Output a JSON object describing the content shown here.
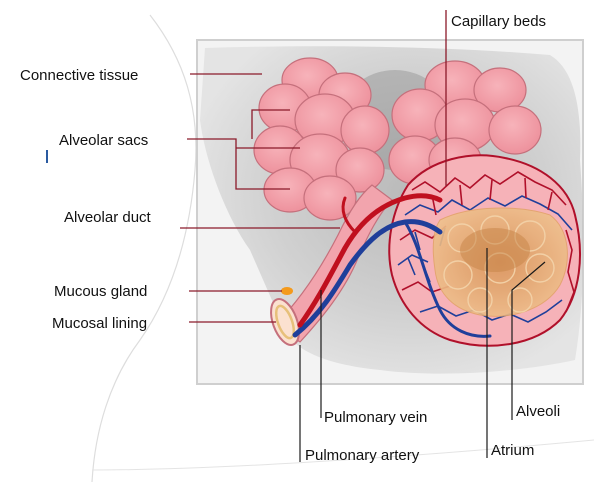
{
  "labels": {
    "connective_tissue": "Connective tissue",
    "alveolar_sacs": "Alveolar sacs",
    "alveolar_duct": "Alveolar duct",
    "mucous_gland": "Mucous gland",
    "mucosal_lining": "Mucosal lining",
    "capillary_beds": "Capillary beds",
    "pulmonary_vein": "Pulmonary vein",
    "pulmonary_artery": "Pulmonary artery",
    "alveoli": "Alveoli",
    "atrium": "Atrium"
  },
  "colors": {
    "lobule_pink": "#f4a0a8",
    "lobule_outline": "#c5707c",
    "artery_red": "#c0101f",
    "vein_blue": "#1f3f9a",
    "capillary_red": "#b0102a",
    "alveoli_tan": "#e8b07a",
    "leader_line": "#8b1a2a",
    "shadow_gray": "#c9c9c9"
  }
}
